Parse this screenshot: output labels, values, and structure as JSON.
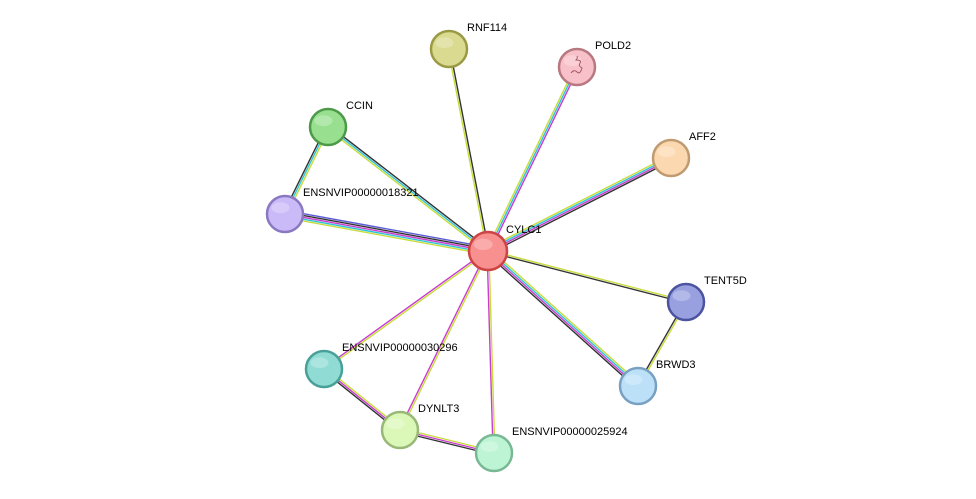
{
  "network": {
    "center": "CYLC1",
    "colors": {
      "edge_dark": "#333333",
      "edge_yellow": "#c8dc3c",
      "edge_cyan": "#2ec4d6",
      "edge_magenta": "#c83ccf",
      "edge_blue": "#5b5bd6",
      "edge_green": "#3cb44b"
    },
    "nodes": [
      {
        "id": "CYLC1",
        "label": "CYLC1",
        "fill": "#f89090",
        "stroke": "#cc4444"
      },
      {
        "id": "RNF114",
        "label": "RNF114",
        "fill": "#dada90",
        "stroke": "#9a9a44"
      },
      {
        "id": "POLD2",
        "label": "POLD2",
        "fill": "#f8c0c8",
        "stroke": "#b87880",
        "icon": "protein-structure-icon"
      },
      {
        "id": "AFF2",
        "label": "AFF2",
        "fill": "#fcd8b0",
        "stroke": "#c09a70"
      },
      {
        "id": "CCIN",
        "label": "CCIN",
        "fill": "#98e090",
        "stroke": "#4c9a48"
      },
      {
        "id": "ENSNVIP00000018321",
        "label": "ENSNVIP00000018321",
        "fill": "#cbbaf8",
        "stroke": "#8a78c0"
      },
      {
        "id": "TENT5D",
        "label": "TENT5D",
        "fill": "#98a0e0",
        "stroke": "#4c54a0"
      },
      {
        "id": "BRWD3",
        "label": "BRWD3",
        "fill": "#bce0f8",
        "stroke": "#78a0c0"
      },
      {
        "id": "ENSNVIP00000030296",
        "label": "ENSNVIP00000030296",
        "fill": "#90dcd4",
        "stroke": "#48a098"
      },
      {
        "id": "DYNLT3",
        "label": "DYNLT3",
        "fill": "#dcf8b8",
        "stroke": "#98b878"
      },
      {
        "id": "ENSNVIP00000025924",
        "label": "ENSNVIP00000025924",
        "fill": "#bcf4d4",
        "stroke": "#78b894"
      }
    ],
    "edges": [
      {
        "source": "CYLC1",
        "target": "RNF114",
        "types": [
          "yellow",
          "dark"
        ]
      },
      {
        "source": "CYLC1",
        "target": "POLD2",
        "types": [
          "yellow",
          "cyan",
          "magenta"
        ]
      },
      {
        "source": "CYLC1",
        "target": "AFF2",
        "types": [
          "yellow",
          "cyan",
          "magenta",
          "dark"
        ]
      },
      {
        "source": "CYLC1",
        "target": "CCIN",
        "types": [
          "yellow",
          "cyan",
          "dark"
        ]
      },
      {
        "source": "CYLC1",
        "target": "ENSNVIP00000018321",
        "types": [
          "yellow",
          "cyan",
          "magenta",
          "dark",
          "blue"
        ]
      },
      {
        "source": "CYLC1",
        "target": "TENT5D",
        "types": [
          "yellow",
          "dark"
        ]
      },
      {
        "source": "CYLC1",
        "target": "BRWD3",
        "types": [
          "yellow",
          "cyan",
          "magenta",
          "dark"
        ]
      },
      {
        "source": "CYLC1",
        "target": "ENSNVIP00000030296",
        "types": [
          "yellow",
          "magenta"
        ]
      },
      {
        "source": "CYLC1",
        "target": "DYNLT3",
        "types": [
          "yellow",
          "magenta"
        ]
      },
      {
        "source": "CYLC1",
        "target": "ENSNVIP00000025924",
        "types": [
          "yellow",
          "magenta"
        ]
      },
      {
        "source": "CCIN",
        "target": "ENSNVIP00000018321",
        "types": [
          "yellow",
          "cyan",
          "dark"
        ]
      },
      {
        "source": "TENT5D",
        "target": "BRWD3",
        "types": [
          "yellow",
          "dark"
        ]
      },
      {
        "source": "ENSNVIP00000030296",
        "target": "DYNLT3",
        "types": [
          "yellow",
          "magenta",
          "dark"
        ]
      },
      {
        "source": "DYNLT3",
        "target": "ENSNVIP00000025924",
        "types": [
          "yellow",
          "magenta",
          "dark"
        ]
      }
    ]
  }
}
